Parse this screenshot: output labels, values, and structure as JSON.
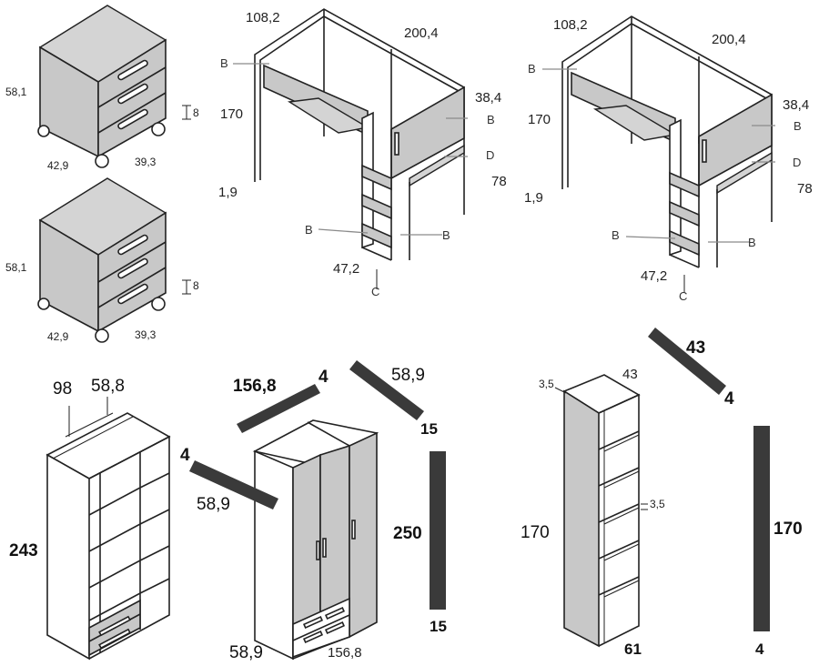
{
  "dimensions": {
    "drawer_unit_1": {
      "height": "58,1",
      "depth": "42,9",
      "width": "39,3",
      "wheel": "8"
    },
    "drawer_unit_2": {
      "height": "58,1",
      "depth": "42,9",
      "width": "39,3",
      "wheel": "8"
    },
    "bunk_1": {
      "depth": "108,2",
      "length": "200,4",
      "height": "170",
      "end_depth": "38,4",
      "leg": "1,9",
      "shelf_h": "78",
      "ladder_w": "47,2"
    },
    "bunk_2": {
      "depth": "108,2",
      "length": "200,4",
      "height": "170",
      "end_depth": "38,4",
      "leg": "1,9",
      "shelf_h": "78",
      "ladder_w": "47,2"
    },
    "open_wardrobe": {
      "width": "98",
      "depth": "58,8",
      "height": "243"
    },
    "wardrobe": {
      "top_len": "156,8",
      "top_th": "4",
      "side_depth": "58,9",
      "side_th": "15",
      "left_th": "4",
      "left_depth": "58,9",
      "height": "250",
      "height_th": "15",
      "base_depth": "58,9",
      "base_width": "156,8"
    },
    "bookcase": {
      "panel_th": "3,5",
      "depth": "43",
      "shelf_th": "3,5",
      "height": "170",
      "width": "61",
      "top_len": "43",
      "top_th": "4",
      "side_h": "170",
      "side_th": "4"
    }
  },
  "labels": {
    "b": "B",
    "c": "C",
    "d": "D"
  },
  "colors": {
    "panel": "#c8c8c8",
    "bar": "#3a3a3a",
    "arrow": "#8a8a8a"
  }
}
